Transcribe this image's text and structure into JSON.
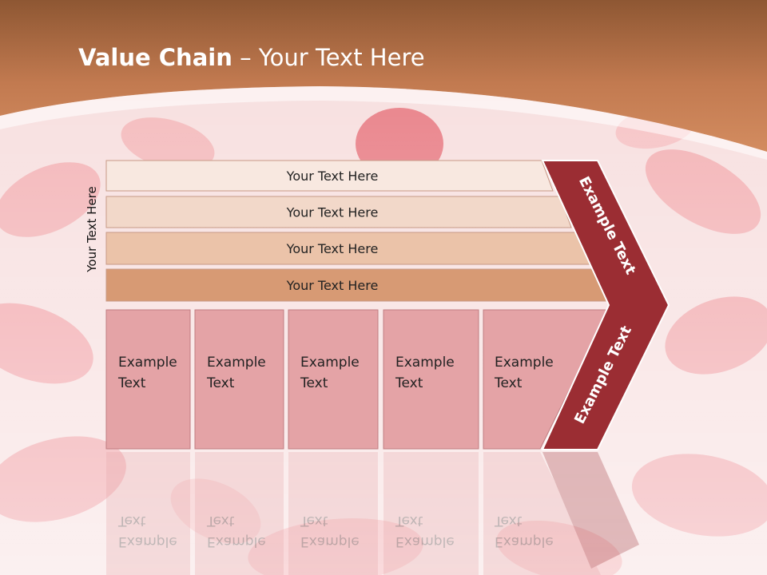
{
  "slide": {
    "title_bold": "Value Chain",
    "title_rest": " – Your Text Here",
    "side_label": "Your Text Here"
  },
  "bars": [
    {
      "label": "Your Text Here",
      "color": "#f8e8e0"
    },
    {
      "label": "Your Text Here",
      "color": "#f2d8c9"
    },
    {
      "label": "Your Text Here",
      "color": "#ebc3a9"
    },
    {
      "label": "Your Text Here",
      "color": "#d79a74"
    }
  ],
  "boxes": [
    {
      "line1": "Example",
      "line2": "Text"
    },
    {
      "line1": "Example",
      "line2": "Text"
    },
    {
      "line1": "Example",
      "line2": "Text"
    },
    {
      "line1": "Example",
      "line2": "Text"
    },
    {
      "line1": "Example",
      "line2": "Text"
    }
  ],
  "chevron": {
    "upper_label": "Example Text",
    "lower_label": "Example Text",
    "color": "#9b2d33"
  },
  "colors": {
    "header_band": "#cf8a5f",
    "box_fill": "#e4a3a6",
    "box_border": "#c17e82"
  }
}
